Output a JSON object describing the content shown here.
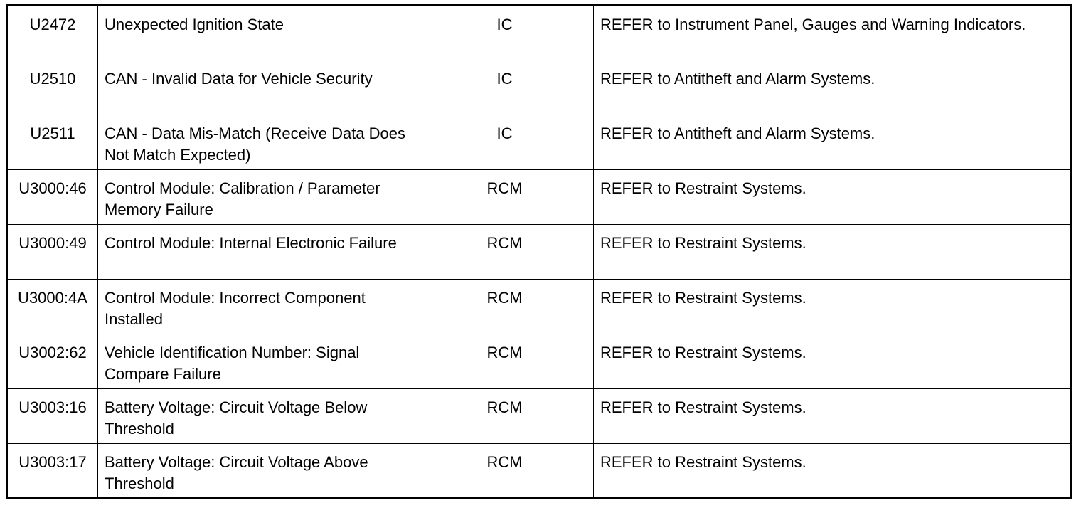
{
  "table": {
    "rows": [
      {
        "code": "U2472",
        "description": "Unexpected Ignition State",
        "module": "IC",
        "action": "REFER to Instrument Panel, Gauges and Warning Indicators."
      },
      {
        "code": "U2510",
        "description": "CAN - Invalid Data for Vehicle Security",
        "module": "IC",
        "action": "REFER to Antitheft and Alarm Systems."
      },
      {
        "code": "U2511",
        "description": "CAN - Data Mis-Match (Receive Data Does Not Match Expected)",
        "module": "IC",
        "action": "REFER to Antitheft and Alarm Systems."
      },
      {
        "code": "U3000:46",
        "description": "Control Module: Calibration / Parameter Memory Failure",
        "module": "RCM",
        "action": "REFER to Restraint Systems."
      },
      {
        "code": "U3000:49",
        "description": "Control Module: Internal Electronic Failure",
        "module": "RCM",
        "action": "REFER to Restraint Systems."
      },
      {
        "code": "U3000:4A",
        "description": "Control Module: Incorrect Component Installed",
        "module": "RCM",
        "action": "REFER to Restraint Systems."
      },
      {
        "code": "U3002:62",
        "description": "Vehicle Identification Number: Signal Compare Failure",
        "module": "RCM",
        "action": "REFER to Restraint Systems."
      },
      {
        "code": "U3003:16",
        "description": "Battery Voltage: Circuit Voltage Below Threshold",
        "module": "RCM",
        "action": "REFER to Restraint Systems."
      },
      {
        "code": "U3003:17",
        "description": "Battery Voltage: Circuit Voltage Above Threshold",
        "module": "RCM",
        "action": "REFER to Restraint Systems."
      }
    ]
  }
}
